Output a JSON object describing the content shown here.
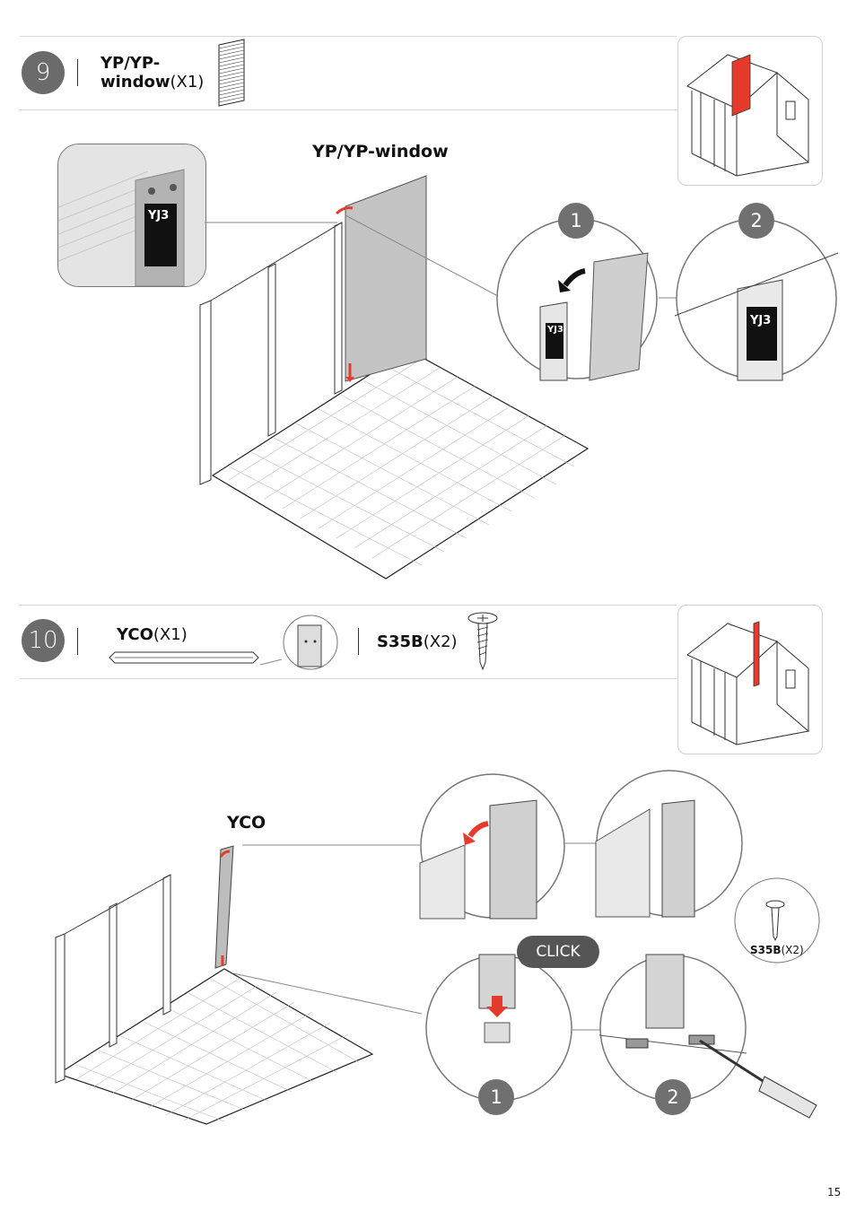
{
  "page_number": "15",
  "steps": [
    {
      "number": "9",
      "part_name": "YP/YP-",
      "part_name_line2": "window",
      "part_qty": "(X1)",
      "diagram_label": "YP/YP-window",
      "detail_callouts": [
        "1",
        "2"
      ]
    },
    {
      "number": "10",
      "part_name": "YCO",
      "part_qty": "(X1)",
      "screw_name": "S35B",
      "screw_qty": "(X2)",
      "diagram_label": "YCO",
      "click_label": "CLICK",
      "detail_callouts": [
        "1",
        "2"
      ],
      "screw_callout_name": "S35B",
      "screw_callout_qty": "(X2)"
    }
  ],
  "panel_label": "YJ3",
  "colors": {
    "accent": "#e53b2c",
    "badge": "#6b6b6b",
    "line": "#cfcfcf"
  }
}
